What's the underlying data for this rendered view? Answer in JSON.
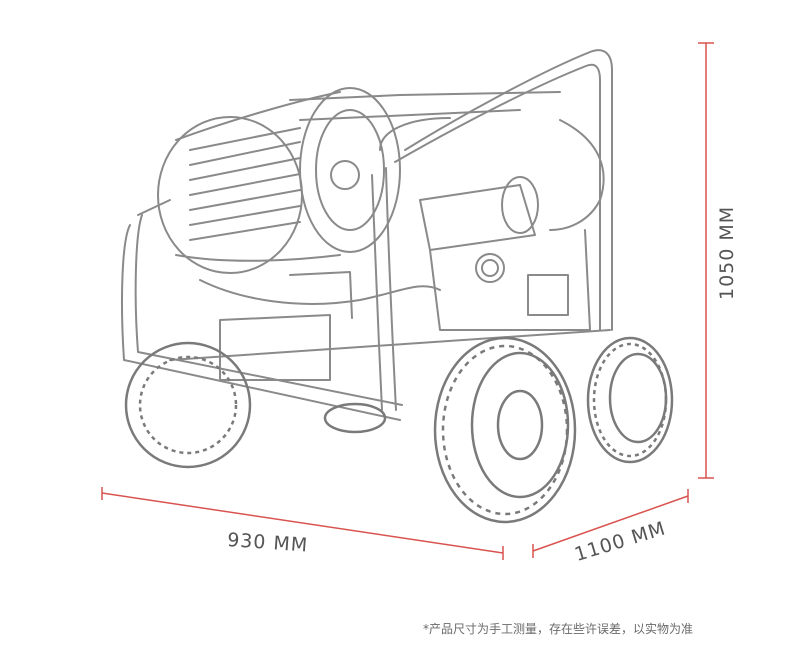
{
  "dimensions": {
    "width_label": "930 MM",
    "depth_label": "1100 MM",
    "height_label": "1050 MM",
    "line_color": "#d9534f"
  },
  "footnote": "*产品尺寸为手工测量，存在些许误差，以实物为准",
  "product": {
    "icon": "pressure-washer-hose-reel-cart-illustration"
  }
}
